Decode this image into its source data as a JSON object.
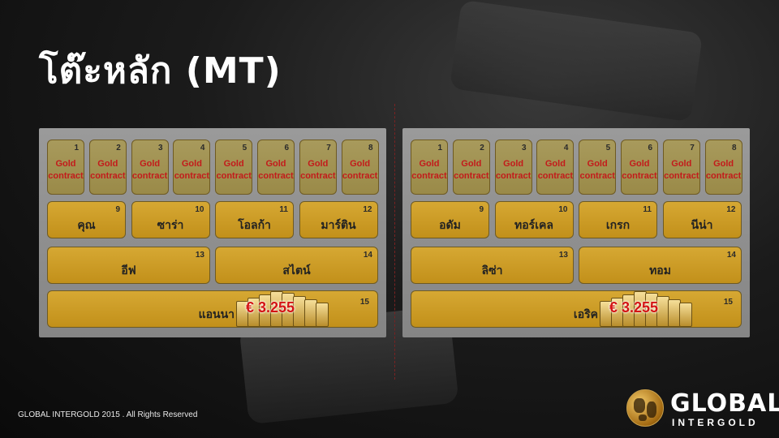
{
  "title": "โต๊ะหลัก (MT)",
  "gold_label_line1": "Gold",
  "gold_label_line2": "contract",
  "price": "€ 3.255",
  "footer": "GLOBAL INTERGOLD   2015 . All Rights Reserved",
  "logo": {
    "line1": "GLOBAL",
    "line2": "INTERGOLD"
  },
  "tables": [
    {
      "small_seats": [
        "1",
        "2",
        "3",
        "4",
        "5",
        "6",
        "7",
        "8"
      ],
      "mid_seats": [
        {
          "num": "9",
          "name": "คุณ"
        },
        {
          "num": "10",
          "name": "ซาร่า"
        },
        {
          "num": "11",
          "name": "โอลก้า"
        },
        {
          "num": "12",
          "name": "มาร์ติน"
        }
      ],
      "big_seats": [
        {
          "num": "13",
          "name": "อีฟ"
        },
        {
          "num": "14",
          "name": "สไตน์"
        }
      ],
      "top_seat": {
        "num": "15",
        "name": "แอนนา"
      }
    },
    {
      "small_seats": [
        "1",
        "2",
        "3",
        "4",
        "5",
        "6",
        "7",
        "8"
      ],
      "mid_seats": [
        {
          "num": "9",
          "name": "อดัม"
        },
        {
          "num": "10",
          "name": "ทอร์เคล"
        },
        {
          "num": "11",
          "name": "เกรก"
        },
        {
          "num": "12",
          "name": "นีน่า"
        }
      ],
      "big_seats": [
        {
          "num": "13",
          "name": "ลิซ่า"
        },
        {
          "num": "14",
          "name": "ทอม"
        }
      ],
      "top_seat": {
        "num": "15",
        "name": "เอริค"
      }
    }
  ]
}
